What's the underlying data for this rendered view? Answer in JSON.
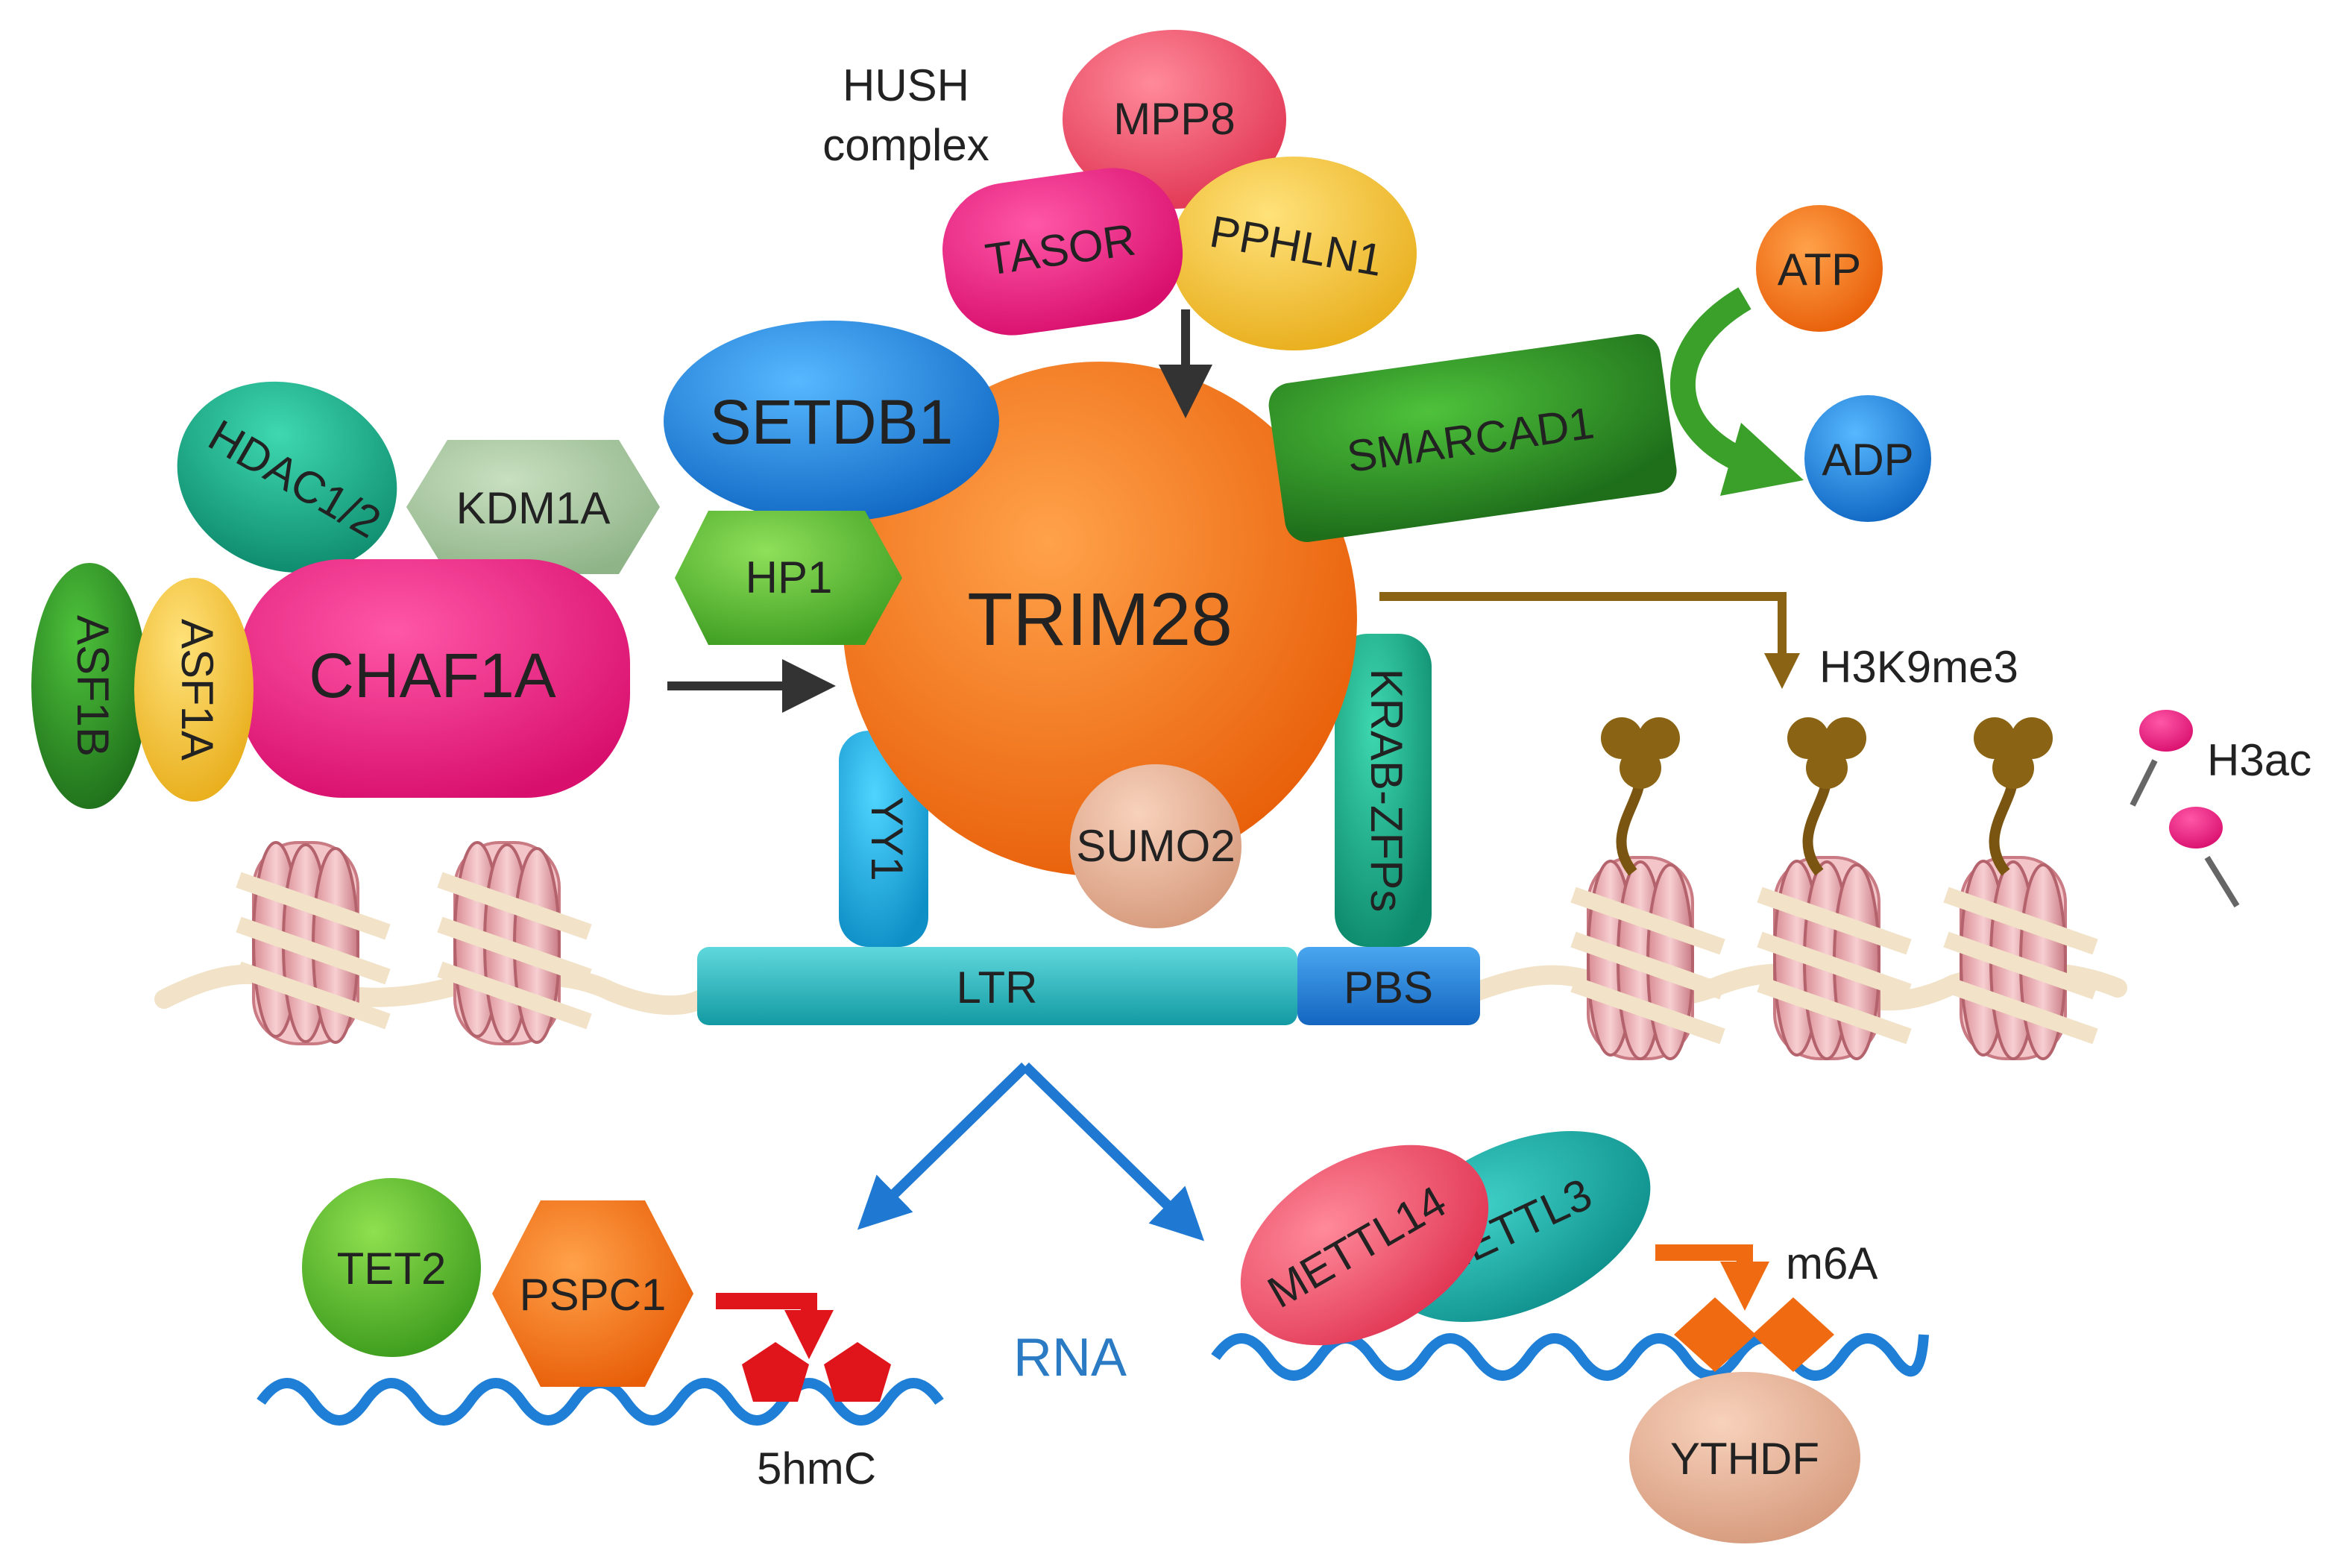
{
  "hush": {
    "line1": "HUSH",
    "line2": "complex"
  },
  "proteins": {
    "mpp8": "MPP8",
    "tasor": "TASOR",
    "pphln1": "PPHLN1",
    "setdb1": "SETDB1",
    "hp1": "HP1",
    "trim28": "TRIM28",
    "smarcad1": "SMARCAD1",
    "hdac": "HDAC1/2",
    "kdm1a": "KDM1A",
    "chaf1a": "CHAF1A",
    "asf1b": "ASF1B",
    "asf1a": "ASF1A",
    "yy1": "YY1",
    "sumo2": "SUMO2",
    "krab": "KRAB-ZFPs",
    "tet2": "TET2",
    "pspc1": "PSPC1",
    "mettl14": "METTL14",
    "mettl3": "METTL3",
    "ythdf": "YTHDF"
  },
  "molecules": {
    "atp": "ATP",
    "adp": "ADP"
  },
  "dna": {
    "ltr": "LTR",
    "pbs": "PBS"
  },
  "marks": {
    "h3k9me3": "H3K9me3",
    "h3ac": "H3ac",
    "hmc": "5hmC",
    "m6a": "m6A"
  },
  "rna_label": "RNA",
  "colors": {
    "trim28": "#f07a1a",
    "setdb1": "#1f8fe0",
    "hp1": "#5cbf2a",
    "chaf1a": "#e8187f",
    "smarcad1": "#3a9a2c",
    "ltr": "#27b6bd",
    "pbs": "#1f7fd6",
    "rna": "#1f7fd6",
    "h3k9me3_arrow": "#8a6414",
    "red_mark": "#e0151c",
    "m6a_mark": "#ef6a10"
  }
}
